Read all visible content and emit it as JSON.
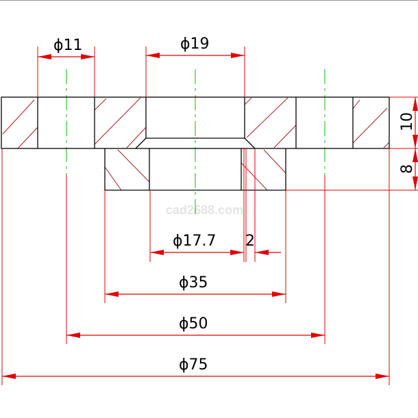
{
  "watermark": "cad2688.com",
  "dimensions": {
    "hole_dia": "ϕ11",
    "counterbore_dia": "ϕ19",
    "bore_dia": "ϕ17.7",
    "chamfer": "2",
    "hub_dia": "ϕ35",
    "bolt_circle_dia": "ϕ50",
    "outer_dia": "ϕ75",
    "flange_thickness": "10",
    "hub_height": "8"
  },
  "colors": {
    "outline": "#000000",
    "dimension": "#e00000",
    "hatch": "#a02020",
    "centerline": "#00c000"
  }
}
